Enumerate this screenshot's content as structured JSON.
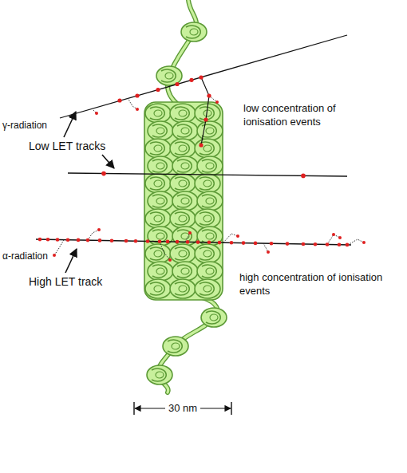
{
  "diagram": {
    "labels": [
      "γ-radiation",
      "Low LET tracks",
      "low concentration of ionisation events",
      "α-radiation",
      "High LET track",
      "high concentration of ionisation events",
      "30 nm"
    ]
  }
}
